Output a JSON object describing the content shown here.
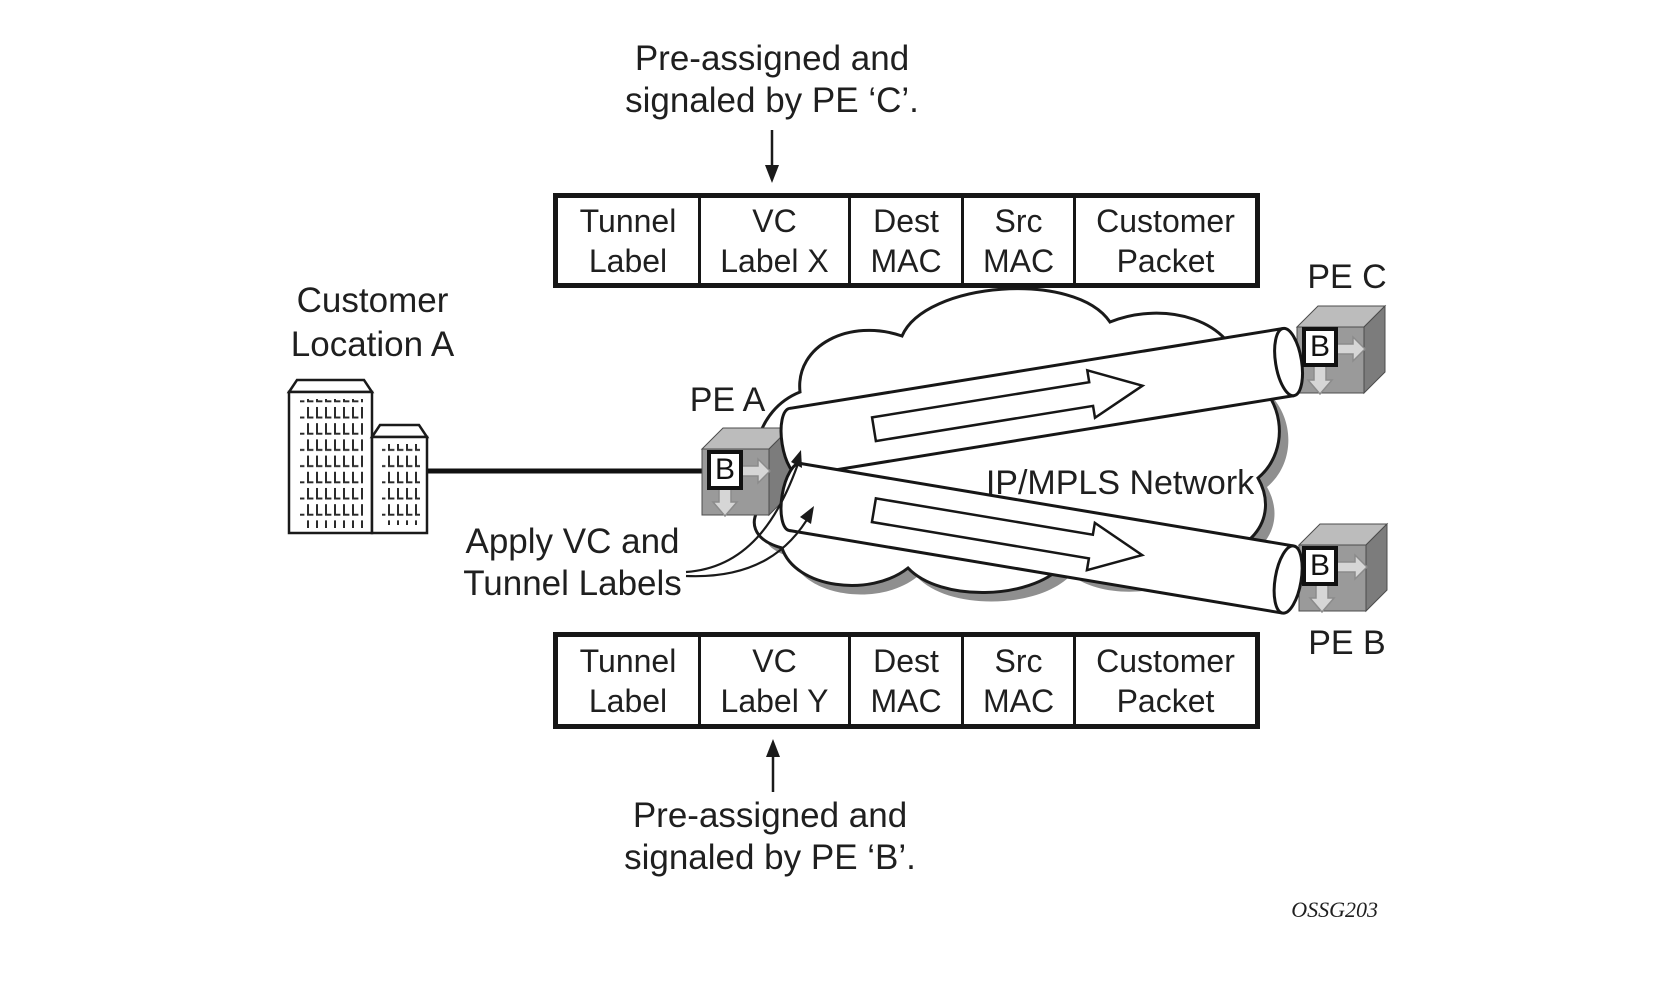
{
  "notes": {
    "pe_c_note": {
      "line1": "Pre-assigned and",
      "line2": "signaled by PE ‘C’."
    },
    "pe_b_note": {
      "line1": "Pre-assigned and",
      "line2": "signaled by PE ‘B’."
    },
    "apply_labels_note": {
      "line1": "Apply VC and",
      "line2": "Tunnel Labels"
    }
  },
  "customer_site": {
    "line1": "Customer",
    "line2": "Location A"
  },
  "network": {
    "label": "IP/MPLS Network"
  },
  "nodes": {
    "pe_a": {
      "label": "PE A",
      "letter": "B"
    },
    "pe_b": {
      "label": "PE B",
      "letter": "B"
    },
    "pe_c": {
      "label": "PE C",
      "letter": "B"
    }
  },
  "packet_header_top": {
    "cells": [
      {
        "line1": "Tunnel",
        "line2": "Label"
      },
      {
        "line1": "VC",
        "line2": "Label X"
      },
      {
        "line1": "Dest",
        "line2": "MAC"
      },
      {
        "line1": "Src",
        "line2": "MAC"
      },
      {
        "line1": "Customer",
        "line2": "Packet"
      }
    ]
  },
  "packet_header_bottom": {
    "cells": [
      {
        "line1": "Tunnel",
        "line2": "Label"
      },
      {
        "line1": "VC",
        "line2": "Label Y"
      },
      {
        "line1": "Dest",
        "line2": "MAC"
      },
      {
        "line1": "Src",
        "line2": "MAC"
      },
      {
        "line1": "Customer",
        "line2": "Packet"
      }
    ]
  },
  "figure_code": "OSSG203",
  "colors": {
    "line": "#161616",
    "cube_front": "#9a9a9a",
    "cube_top": "#bcbcbc",
    "cube_side": "#7c7c7c",
    "cube_arrow": "#d6d6d6",
    "cloud_shadow": "#8f8f8f",
    "background": "#ffffff"
  }
}
